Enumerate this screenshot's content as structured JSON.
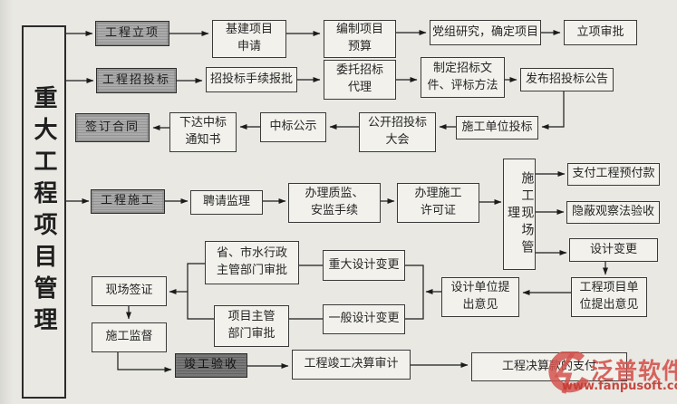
{
  "page": {
    "background": "#e9e8e3",
    "title": "重大工程项目管理",
    "watermark": {
      "brand": "泛普软件",
      "url": "www.fanpusoft.com",
      "color": "#d4544e"
    }
  },
  "colors": {
    "stage_fill": "#a6a6a6",
    "final_stage_fill": "#727272",
    "box_fill": "#f2f1ec",
    "line": "#1b1b1b"
  },
  "nodes": {
    "project_initiation": "工程立项",
    "capital_project_application": "基建项目申请",
    "budget_preparation": "编制项目预算",
    "party_group_review": "党组研究，确定项目",
    "initiation_approval": "立项审批",
    "bidding_stage": "工程招投标",
    "bidding_procedure_approval": "招投标手续报批",
    "entrust_bidding_agency": "委托招标代理",
    "prepare_bid_documents": "制定招标文件、评标方法",
    "publish_bid_announcement": "发布招投标公告",
    "sign_contract": "签订合同",
    "issue_award_notice": "下达中标通知书",
    "award_publicity": "中标公示",
    "open_bidding_conference": "公开招投标大会",
    "contractor_bidding": "施工单位投标",
    "construction_stage": "工程施工",
    "hire_supervisor": "聘请监理",
    "quality_safety_procedures": "办理质监、安监手续",
    "construction_permit": "办理施工许可证",
    "site_management": "施工现场管理",
    "advance_payment": "支付工程预付款",
    "concealed_work_acceptance": "隐蔽观察法验收",
    "design_change": "设计变更",
    "project_unit_opinion": "工程项目单位提出意见",
    "design_unit_opinion": "设计单位提出意见",
    "major_design_change": "重大设计变更",
    "minor_design_change": "一般设计变更",
    "provincial_water_authority_approval": "省、市水行政主管部门审批",
    "project_authority_approval": "项目主管部门审批",
    "site_visa": "现场签证",
    "construction_supervision": "施工监督",
    "completion_acceptance": "竣工验收",
    "final_account_audit": "工程竣工决算审计",
    "final_payment": "工程决算款的支付"
  },
  "edges": [
    {
      "from": "main",
      "to": "project_initiation"
    },
    {
      "from": "project_initiation",
      "to": "capital_project_application"
    },
    {
      "from": "capital_project_application",
      "to": "budget_preparation"
    },
    {
      "from": "budget_preparation",
      "to": "party_group_review"
    },
    {
      "from": "party_group_review",
      "to": "initiation_approval"
    },
    {
      "from": "main",
      "to": "bidding_stage"
    },
    {
      "from": "bidding_stage",
      "to": "bidding_procedure_approval"
    },
    {
      "from": "bidding_procedure_approval",
      "to": "entrust_bidding_agency"
    },
    {
      "from": "entrust_bidding_agency",
      "to": "prepare_bid_documents"
    },
    {
      "from": "prepare_bid_documents",
      "to": "publish_bid_announcement"
    },
    {
      "from": "publish_bid_announcement",
      "to": "contractor_bidding"
    },
    {
      "from": "contractor_bidding",
      "to": "open_bidding_conference"
    },
    {
      "from": "open_bidding_conference",
      "to": "award_publicity"
    },
    {
      "from": "award_publicity",
      "to": "issue_award_notice"
    },
    {
      "from": "issue_award_notice",
      "to": "sign_contract"
    },
    {
      "from": "main",
      "to": "construction_stage"
    },
    {
      "from": "construction_stage",
      "to": "hire_supervisor"
    },
    {
      "from": "hire_supervisor",
      "to": "quality_safety_procedures"
    },
    {
      "from": "quality_safety_procedures",
      "to": "construction_permit"
    },
    {
      "from": "construction_permit",
      "to": "site_management"
    },
    {
      "from": "site_management",
      "to": "advance_payment"
    },
    {
      "from": "site_management",
      "to": "concealed_work_acceptance"
    },
    {
      "from": "site_management",
      "to": "design_change"
    },
    {
      "from": "design_change",
      "to": "project_unit_opinion"
    },
    {
      "from": "project_unit_opinion",
      "to": "design_unit_opinion"
    },
    {
      "from": "design_unit_opinion",
      "to": "major_design_change"
    },
    {
      "from": "design_unit_opinion",
      "to": "minor_design_change"
    },
    {
      "from": "major_design_change",
      "to": "provincial_water_authority_approval"
    },
    {
      "from": "minor_design_change",
      "to": "project_authority_approval"
    },
    {
      "from": "provincial_water_authority_approval",
      "to": "site_visa"
    },
    {
      "from": "project_authority_approval",
      "to": "site_visa"
    },
    {
      "from": "site_visa",
      "to": "construction_supervision"
    },
    {
      "from": "construction_supervision",
      "to": "completion_acceptance"
    },
    {
      "from": "completion_acceptance",
      "to": "final_account_audit"
    },
    {
      "from": "final_account_audit",
      "to": "final_payment"
    }
  ]
}
